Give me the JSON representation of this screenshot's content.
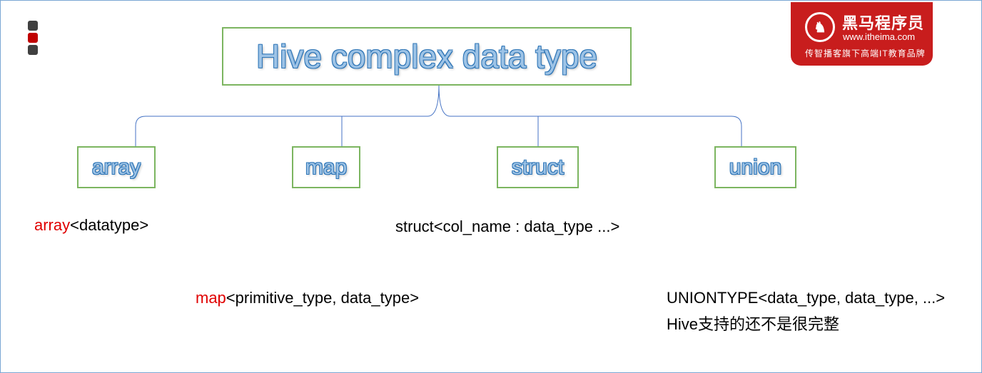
{
  "colors": {
    "dot_top": "#404040",
    "dot_mid": "#c00000",
    "dot_bottom": "#404040",
    "box_border": "#7cb560",
    "keyword": "#e00000",
    "logo_bg": "#c81d1d"
  },
  "logo": {
    "name": "黑马程序员",
    "url": "www.itheima.com",
    "slogan": "传智播客旗下高端IT教育品牌",
    "icon": "horse-head-icon"
  },
  "diagram": {
    "title": "Hive complex data type",
    "types": [
      "array",
      "map",
      "struct",
      "union"
    ]
  },
  "syntax": {
    "array": {
      "keyword": "array",
      "rest": "<datatype>"
    },
    "map": {
      "keyword": "map",
      "rest": "<primitive_type, data_type>"
    },
    "struct": {
      "text": "struct<col_name : data_type ...>"
    },
    "union": {
      "line1": "UNIONTYPE<data_type, data_type, ...>",
      "line2": "Hive支持的还不是很完整"
    }
  }
}
